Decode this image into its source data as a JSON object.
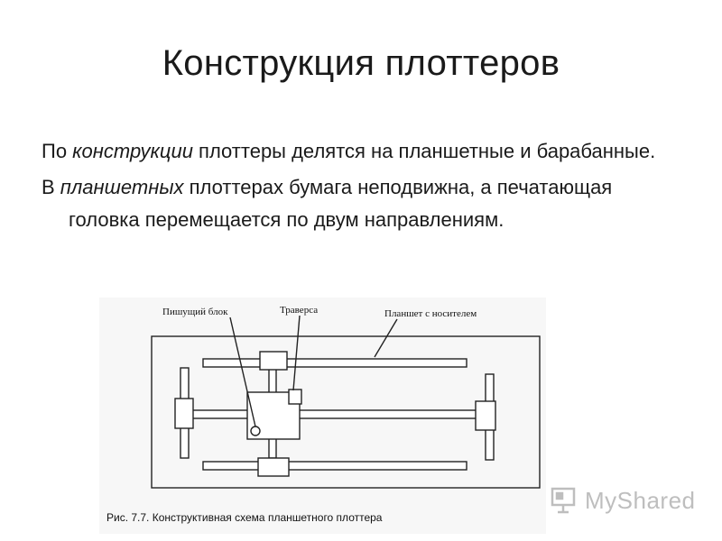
{
  "slide": {
    "title": "Конструкция плоттеров",
    "paragraphs": [
      {
        "before": "По ",
        "emph": "конструкции",
        "after": " плоттеры делятся на планшетные и барабанные."
      },
      {
        "before": "В ",
        "emph": "планшетных",
        "after": " плоттерах бумага неподвижна, а печатающая головка перемещается по двум направлениям."
      }
    ]
  },
  "figure": {
    "labels": {
      "pen_block": "Пишущий блок",
      "traverse": "Траверса",
      "tablet": "Планшет с носителем"
    },
    "caption": "Рис. 7.7. Конструктивная схема планшетного плоттера"
  },
  "watermark": {
    "text": "MyShared",
    "icon": "presentation-board-icon"
  },
  "colors": {
    "text": "#1a1a1a",
    "line": "#222222",
    "watermark": "#8a8a8a"
  }
}
